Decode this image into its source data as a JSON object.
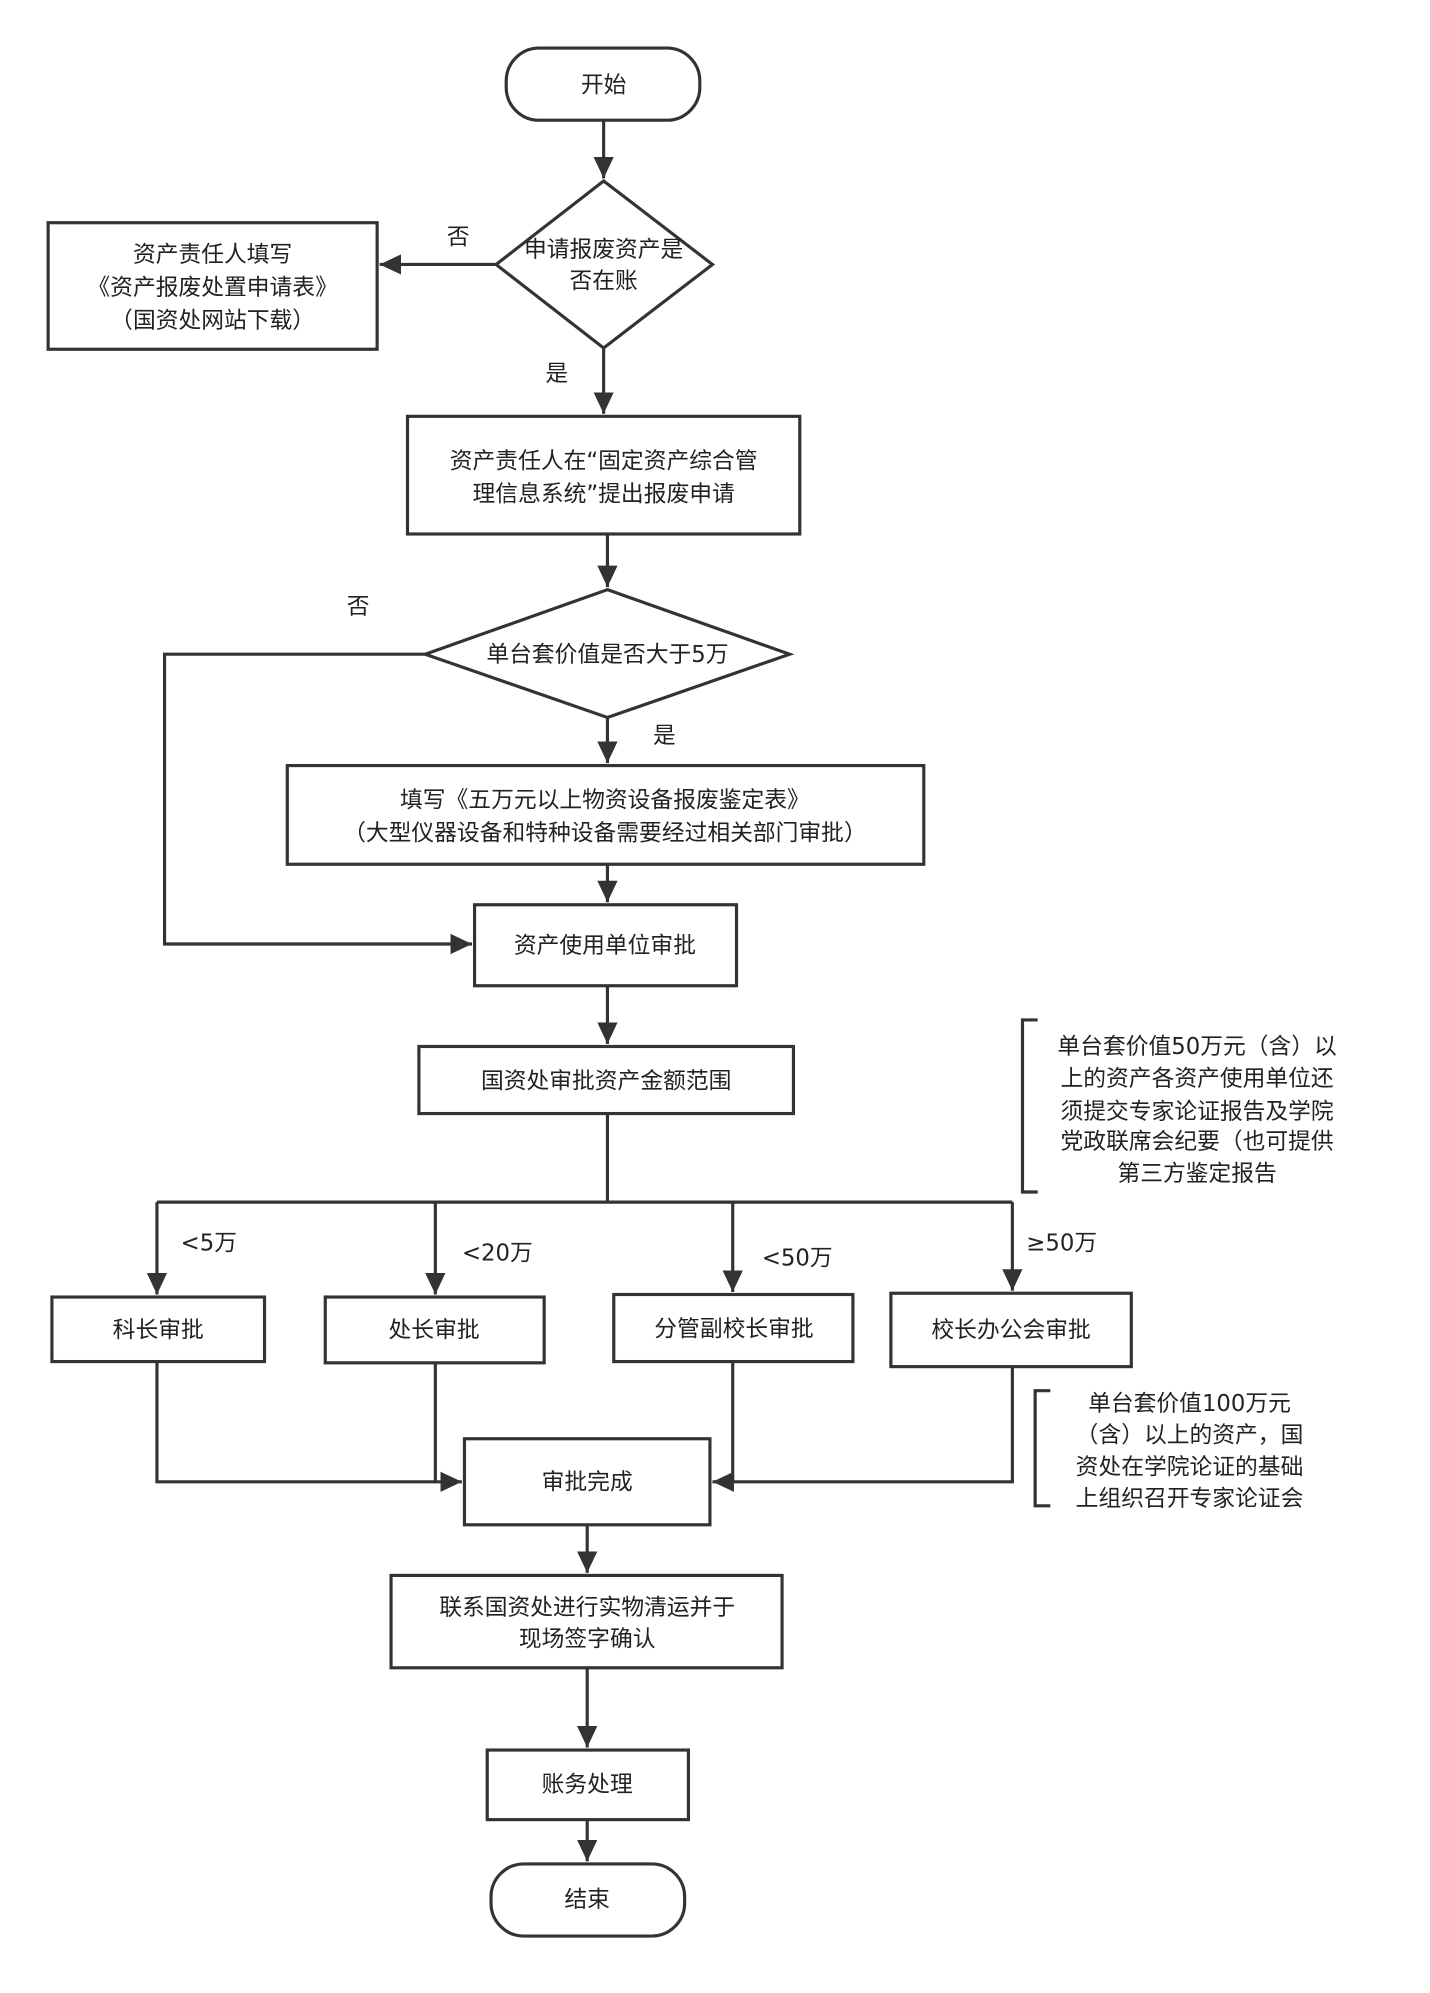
{
  "start": "开始",
  "decision1": {
    "lines": [
      "申请报废资产是",
      "否在账"
    ],
    "no": "否",
    "yes": "是"
  },
  "box_form": {
    "lines": [
      "资产责任人填写",
      "《资产报废处置申请表》",
      "（国资处网站下载）"
    ]
  },
  "box_apply": {
    "lines": [
      "资产责任人在“固定资产综合管",
      "理信息系统”提出报废申请"
    ]
  },
  "decision2": {
    "text": "单台套价值是否大于5万",
    "no": "否",
    "yes": "是"
  },
  "box_appraisal": {
    "lines": [
      "填写《五万元以上物资设备报废鉴定表》",
      "（大型仪器设备和特种设备需要经过相关部门审批）"
    ]
  },
  "box_unit": "资产使用单位审批",
  "box_range": "国资处审批资产金额范围",
  "branches": [
    {
      "condition": "<5万",
      "label": "科长审批"
    },
    {
      "condition": "<20万",
      "label": "处长审批"
    },
    {
      "condition": "<50万",
      "label": "分管副校长审批"
    },
    {
      "condition": "≥50万",
      "label": "校长办公会审批"
    }
  ],
  "note1": {
    "lines": [
      "单台套价值50万元（含）以",
      "上的资产各资产使用单位还",
      "须提交专家论证报告及学院",
      "党政联席会纪要（也可提供",
      "第三方鉴定报告"
    ]
  },
  "note2": {
    "lines": [
      "单台套价值100万元",
      "（含）以上的资产，国",
      "资处在学院论证的基础",
      "上组织召开专家论证会"
    ]
  },
  "box_done": "审批完成",
  "box_clear": {
    "lines": [
      "联系国资处进行实物清运并于",
      "现场签字确认"
    ]
  },
  "box_account": "账务处理",
  "end": "结束"
}
